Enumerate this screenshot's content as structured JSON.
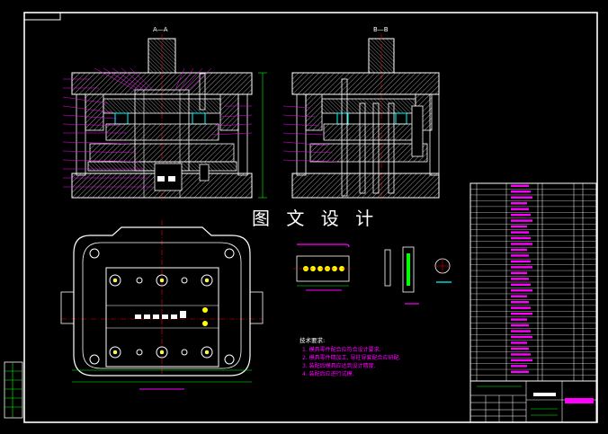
{
  "section_labels": {
    "left": "A—A",
    "right": "B—B"
  },
  "watermark": "图 文 设 计",
  "tech_requirements": {
    "heading": "技术要求:",
    "items": [
      "1. 模具零件配合应符合设计要求.",
      "2. 模具零件精加工, 导柱导套配合应研配.",
      "3. 装配后模具应达到设计精度.",
      "4. 装配后应进行试模."
    ]
  },
  "colors": {
    "background": "#000000",
    "frame": "#ffffff",
    "outline": "#ffffff",
    "hatch": "#ffffff",
    "dimension": "#00ff00",
    "centerline": "#ff0000",
    "cyan": "#00ffff",
    "magenta": "#ff00ff",
    "yellow": "#ffff00"
  }
}
